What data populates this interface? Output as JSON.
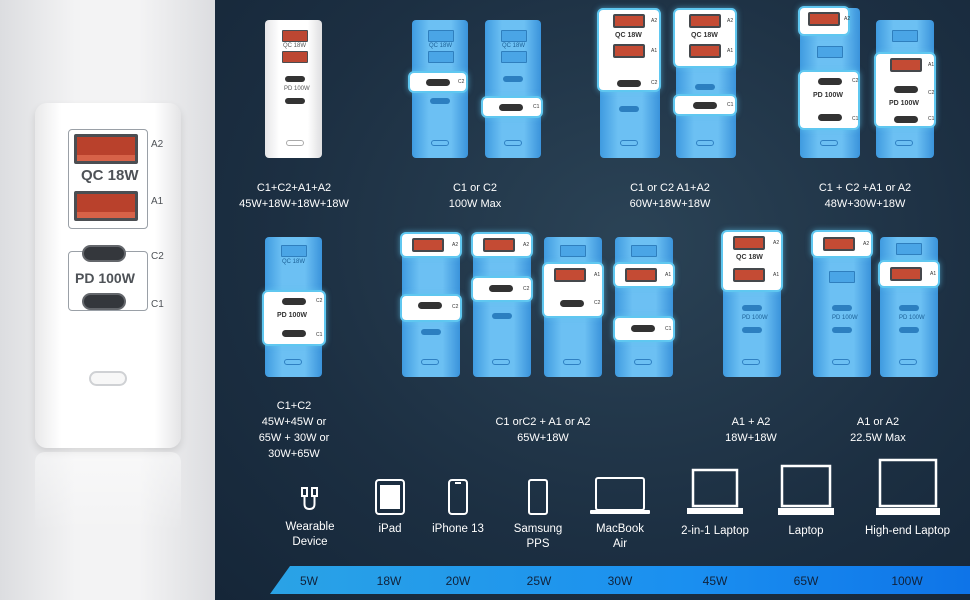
{
  "main_charger": {
    "qc_label": "QC 18W",
    "pd_label": "PD 100W",
    "port_a2": "A2",
    "port_a1": "A1",
    "port_c2": "C2",
    "port_c1": "C1"
  },
  "diagram_labels": {
    "qc": "QC 18W",
    "pd": "PD 100W",
    "a2": "A2",
    "a1": "A1",
    "c2": "C2",
    "c1": "C1"
  },
  "captions": [
    "C1+C2+A1+A2\n45W+18W+18W+18W",
    "C1 or C2\n100W Max",
    "C1 or C2 A1+A2\n60W+18W+18W",
    "C1 + C2 +A1 or A2\n48W+30W+18W",
    "C1+C2\n45W+45W or\n65W + 30W or\n30W+65W",
    "C1 orC2 + A1 or A2\n65W+18W",
    "A1 + A2\n18W+18W",
    "A1 or A2\n22.5W Max"
  ],
  "devices": [
    {
      "label": "Wearable\nDevice",
      "icon": "wearable-icon",
      "watt": "5W"
    },
    {
      "label": "iPad",
      "icon": "tablet-icon",
      "watt": "18W"
    },
    {
      "label": "iPhone 13",
      "icon": "phone-icon",
      "watt": "20W"
    },
    {
      "label": "Samsung\nPPS",
      "icon": "phone-icon",
      "watt": "25W"
    },
    {
      "label": "MacBook\nAir",
      "icon": "laptop-icon",
      "watt": "30W"
    },
    {
      "label": "2-in-1 Laptop",
      "icon": "laptop-icon",
      "watt": "45W"
    },
    {
      "label": "Laptop",
      "icon": "laptop-icon",
      "watt": "65W"
    },
    {
      "label": "High-end Laptop",
      "icon": "laptop-icon",
      "watt": "100W"
    }
  ],
  "colors": {
    "background": "#1f3347",
    "usb_a": "#c44b34",
    "highlight": "#5fc7f0",
    "charger_blue": "#6cc0f3",
    "bar": "#1a8ff0"
  }
}
